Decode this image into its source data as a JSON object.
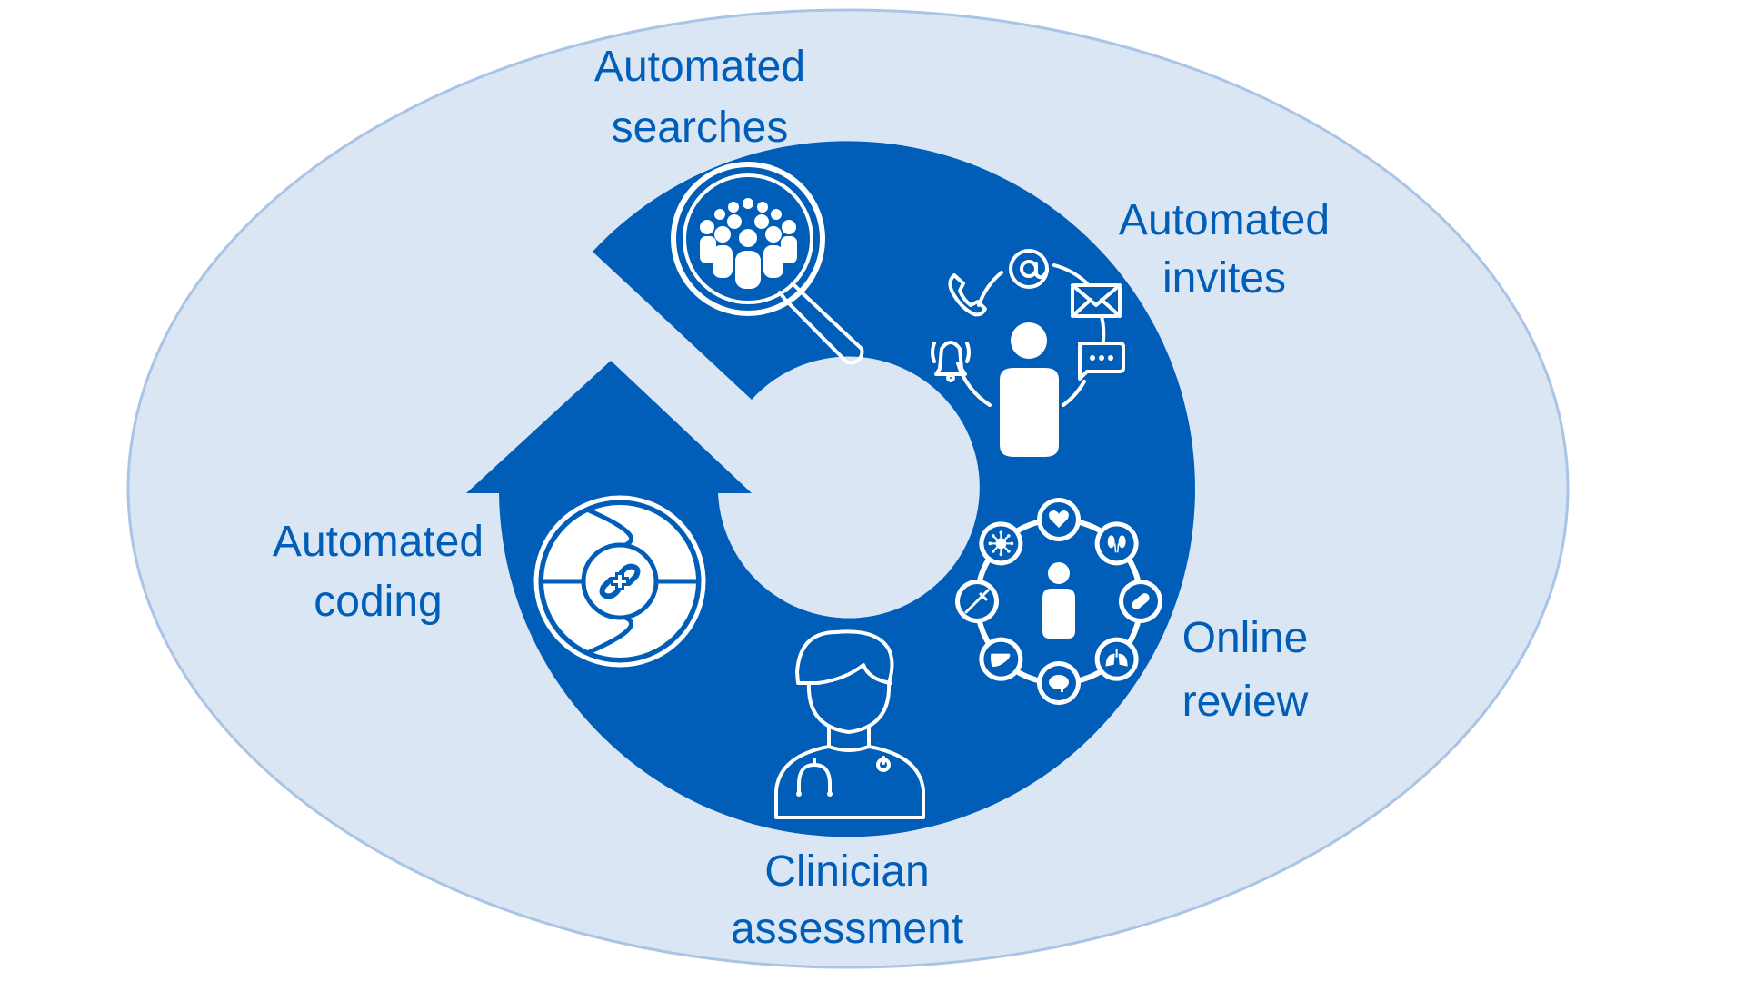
{
  "colors": {
    "page_background": "#FFFFFF",
    "outer_ellipse_fill": "#DAE6F4",
    "outer_ellipse_stroke": "#A9C4E6",
    "cycle_fill": "#005EB8",
    "icon_color": "#FFFFFF",
    "label_color": "#005EB8"
  },
  "stages": [
    {
      "id": "searches",
      "lines": [
        "Automated",
        "searches"
      ],
      "icon": "magnifier-crowd-icon"
    },
    {
      "id": "invites",
      "lines": [
        "Automated",
        "invites"
      ],
      "icon": "person-contact-channels-icon"
    },
    {
      "id": "review",
      "lines": [
        "Online",
        "review"
      ],
      "icon": "person-organ-ring-icon"
    },
    {
      "id": "assessment",
      "lines": [
        "Clinician",
        "assessment"
      ],
      "icon": "clinician-stethoscope-icon"
    },
    {
      "id": "coding",
      "lines": [
        "Automated",
        "coding"
      ],
      "icon": "coding-disc-link-icon"
    }
  ],
  "review_ring_icons": [
    "heart-icon",
    "kidneys-icon",
    "pill-icon",
    "lungs-icon",
    "brain-icon",
    "liver-icon",
    "syringe-icon",
    "virus-icon"
  ],
  "invite_channel_icons": [
    "at-sign-icon",
    "envelope-icon",
    "chat-bubble-icon",
    "bell-icon",
    "phone-icon"
  ]
}
